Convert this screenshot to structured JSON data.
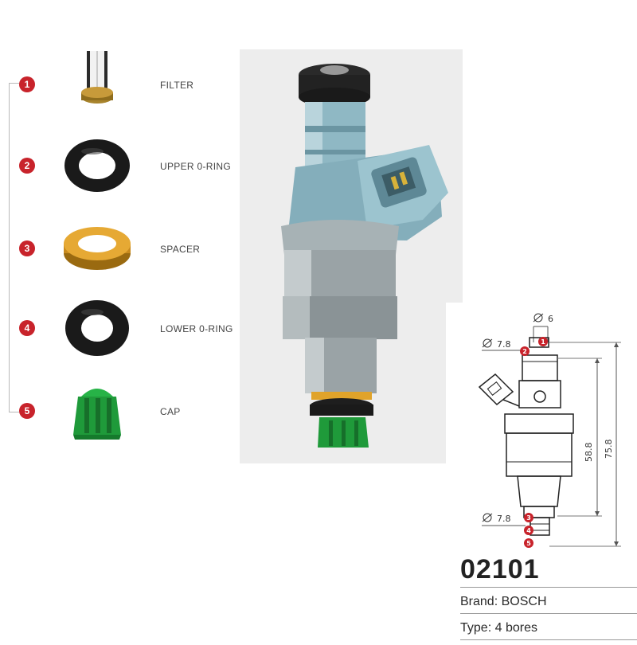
{
  "parts": [
    {
      "number": "1",
      "label": "FILTER"
    },
    {
      "number": "2",
      "label": "UPPER 0-RING"
    },
    {
      "number": "3",
      "label": "SPACER"
    },
    {
      "number": "4",
      "label": "LOWER 0-RING"
    },
    {
      "number": "5",
      "label": "CAP"
    }
  ],
  "drawing": {
    "dim_top_bore": "6",
    "dim_upper_diameter": "7.8",
    "dim_lower_diameter": "7.8",
    "dim_body_length": "58.8",
    "dim_total_length": "75.8",
    "callouts": [
      "1",
      "2",
      "3",
      "4",
      "5"
    ]
  },
  "product": {
    "part_number": "02101",
    "brand_label": "Brand:",
    "brand_value": "BOSCH",
    "type_label": "Type:",
    "type_value": "4 bores"
  },
  "colors": {
    "badge": "#c8232b",
    "oring": "#1a1a1a",
    "spacer": "#e0a32a",
    "cap": "#1f9a3a",
    "injector_top": "#8fb8c4",
    "injector_body": "#9aa3a6"
  }
}
